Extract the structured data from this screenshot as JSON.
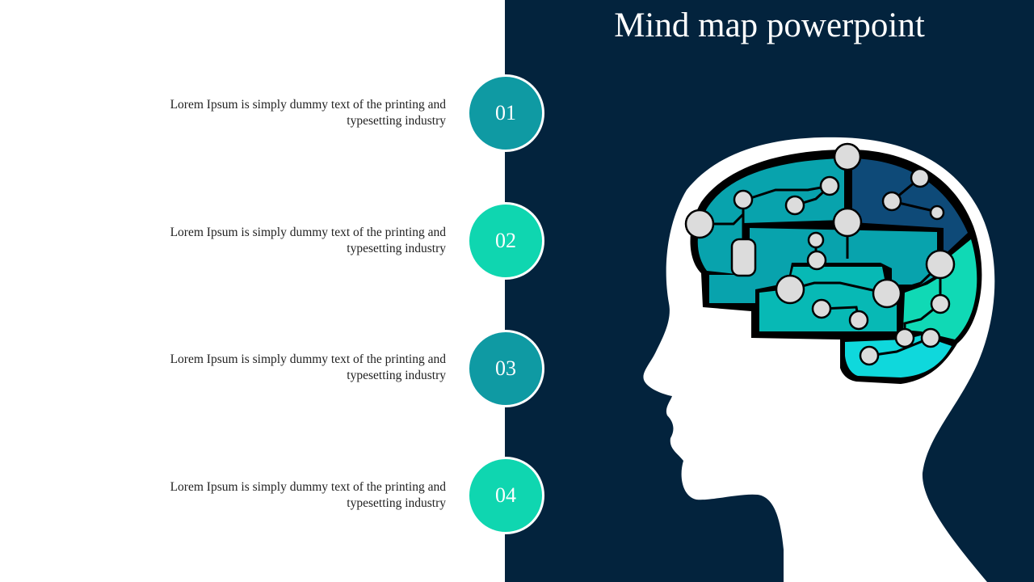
{
  "title": "Mind map powerpoint",
  "colors": {
    "panel": "#03233d",
    "teal_dark": "#0f9aa3",
    "teal_light": "#0fd6b0",
    "brain_1": "#08a3ad",
    "brain_2": "#07b9b5",
    "brain_3": "#0e4a78",
    "brain_4": "#10d9b5",
    "brain_5": "#0fd8dc",
    "node": "#dcdcdc"
  },
  "items": [
    {
      "number": "01",
      "text": "Lorem Ipsum is simply dummy text of the printing and typesetting industry"
    },
    {
      "number": "02",
      "text": "Lorem Ipsum is simply dummy text of the printing and typesetting industry"
    },
    {
      "number": "03",
      "text": "Lorem Ipsum is simply dummy text of the printing and typesetting industry"
    },
    {
      "number": "04",
      "text": "Lorem Ipsum is simply dummy text of the printing and typesetting industry"
    }
  ],
  "icons": {
    "illustration": "head-brain-circuit-icon"
  }
}
